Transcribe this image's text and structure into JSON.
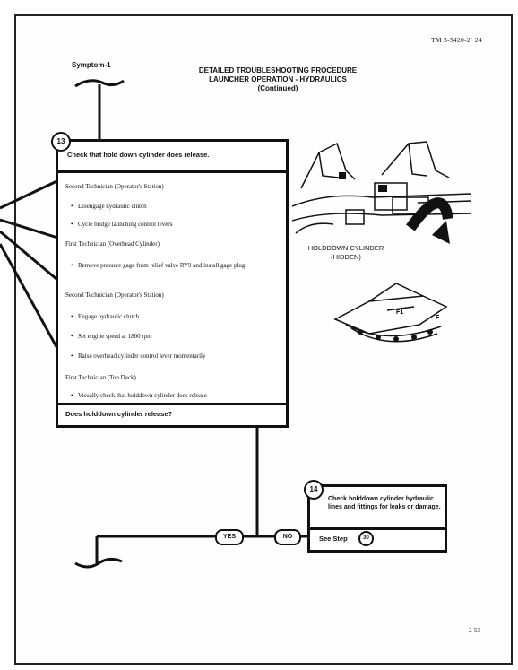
{
  "header": {
    "tm_number": "TM 5-5420-2˙ 24",
    "symptom_label": "Symptom-1",
    "title_lines": [
      "DETAILED TROUBLESHOOTING PROCEDURE",
      "LAUNCHER OPERATION - HYDRAULICS",
      "(Continued)"
    ]
  },
  "step13": {
    "number": "13",
    "heading": "Check that hold down cylinder does release.",
    "sections": [
      {
        "heading": "Second Technician (Operator's Station)",
        "bullets": [
          "Disengage hydraulic clutch",
          "Cycle bridge launching control levers"
        ]
      },
      {
        "heading": "First Technician (Overhead Cylinder)",
        "bullets": [
          "Remove pressure gage from relief valve RV9 and install gage plug"
        ]
      },
      {
        "heading": "Second Technician (Operator's Station)",
        "bullets": [
          "Engage hydraulic clutch",
          "Set engine speed at 1800 rpm",
          "Raise overhead cylinder control lever momentarily"
        ]
      },
      {
        "heading": "First Technician (Top Deck)",
        "bullets": [
          "Visually check that holddown cylinder does release"
        ]
      }
    ],
    "question": "Does holddown cylinder release?"
  },
  "branches": {
    "yes": "YES",
    "no": "NO"
  },
  "step14": {
    "number": "14",
    "text": "Check holddown cylinder hydraulic lines and fittings for leaks or damage.",
    "see_step_label": "See Step",
    "see_step_ref": "30"
  },
  "figure": {
    "label_line1": "HOLDDOWN CYLINDER",
    "label_line2": "(HIDDEN)",
    "vehicle_callouts": [
      "F1",
      "F"
    ]
  },
  "page_number": "2-53"
}
